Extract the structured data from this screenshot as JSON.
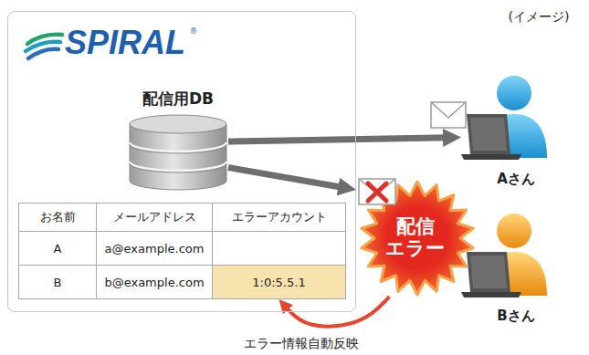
{
  "diagram": {
    "nodes": [
      {
        "text": [
          "SPIRAL"
        ]
      },
      {
        "text": [
          "配信用DB"
        ],
        "in": 0
      },
      {
        "text": [
          "1:0:5.5.1"
        ],
        "in": 0
      },
      {
        "text": [
          "Aさん"
        ]
      },
      {
        "text": [
          "配信 エラー"
        ]
      },
      {
        "text": [
          "Bさん"
        ]
      }
    ],
    "edges": [
      {
        "from": 1,
        "to": 3,
        "arrow": "to"
      },
      {
        "from": 1,
        "to": 4,
        "arrow": "to"
      },
      {
        "from": 4,
        "to": 2,
        "arrow": "to",
        "label": "エラー情報自動反映"
      }
    ],
    "labels": [
      "(イメージ)",
      "®",
      "お名前",
      "メールアドレス",
      "エラーアカウント",
      "A",
      "a@example.com",
      "B",
      "b@example.com"
    ]
  }
}
